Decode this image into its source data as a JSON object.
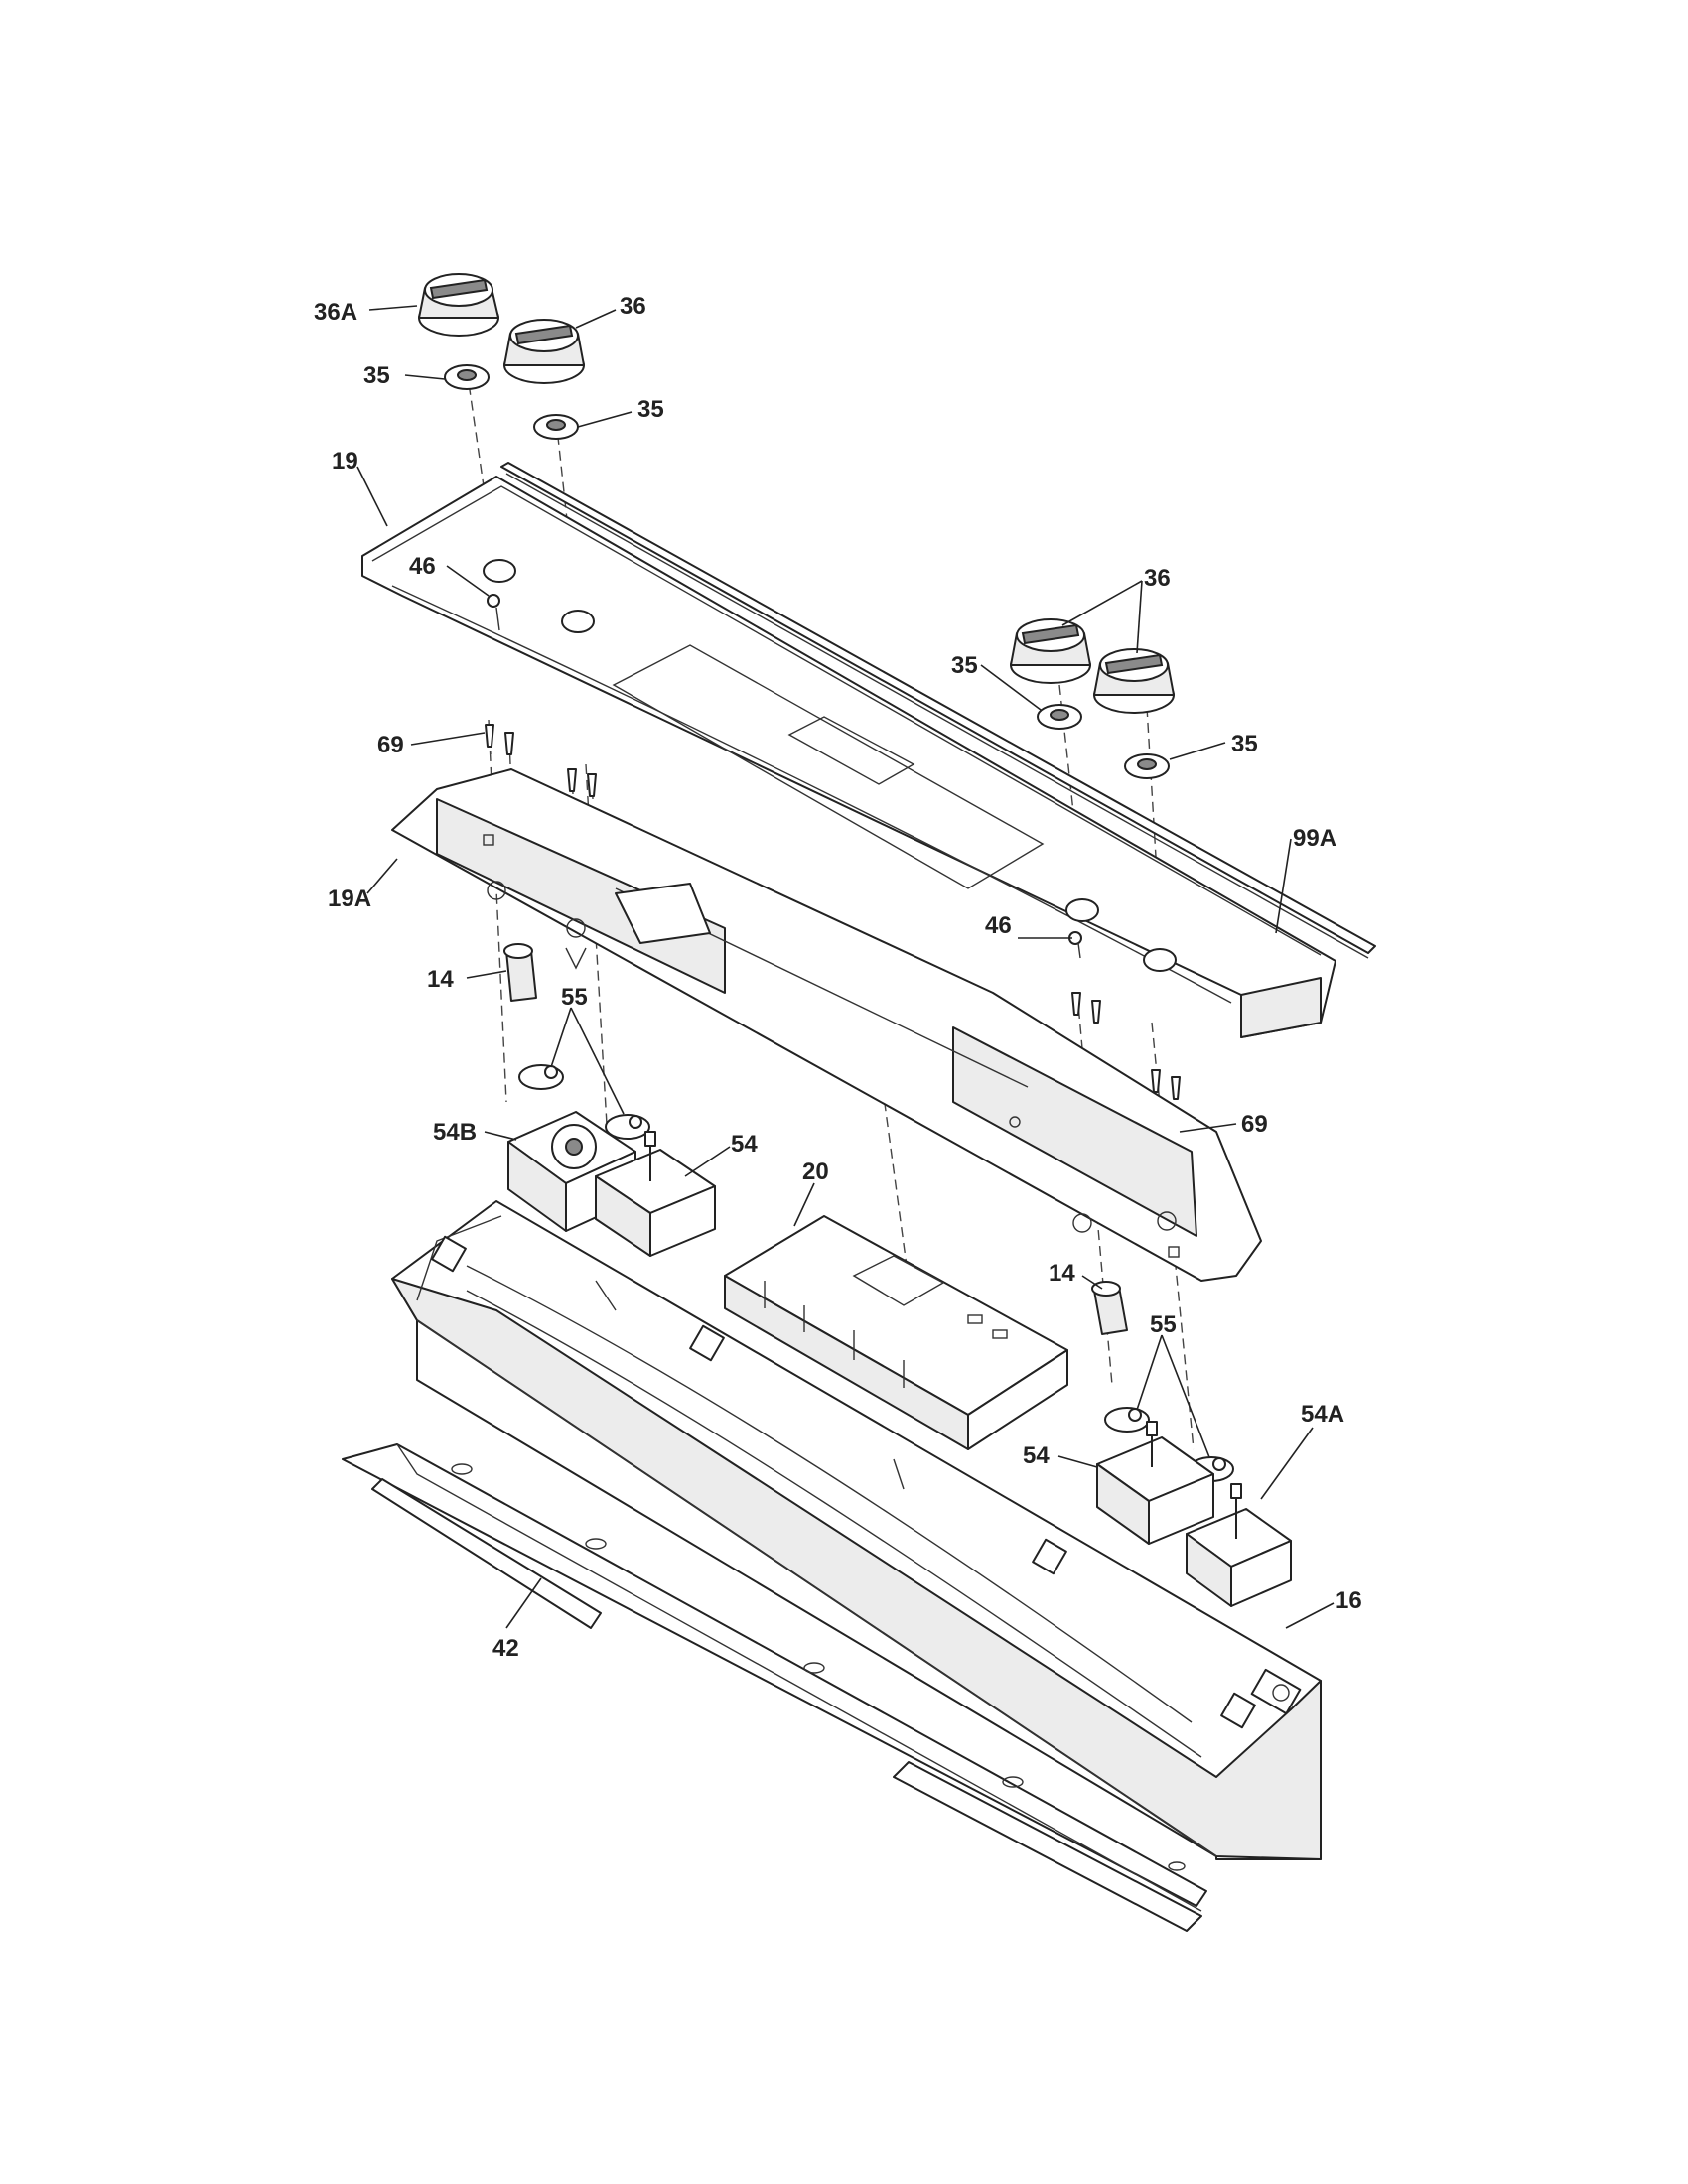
{
  "callouts": {
    "knob_36a": "36A",
    "knob_36_top": "36",
    "bezel_35_left": "35",
    "bezel_35_mid": "35",
    "bezel_35_right1": "35",
    "bezel_35_right2": "35",
    "knob_36_right": "36",
    "console_19": "19",
    "screw_46_left": "46",
    "screw_46_right": "46",
    "screw_69_left": "69",
    "screw_69_right": "69",
    "bracket_19a": "19A",
    "lamp_14_left": "14",
    "lamp_14_right": "14",
    "washer_55_left": "55",
    "washer_55_right": "55",
    "switch_54b": "54B",
    "switch_54_left": "54",
    "switch_54_right": "54",
    "switch_54a": "54A",
    "control_20": "20",
    "trim_99a": "99A",
    "manifold_16": "16",
    "shield_42": "42"
  }
}
